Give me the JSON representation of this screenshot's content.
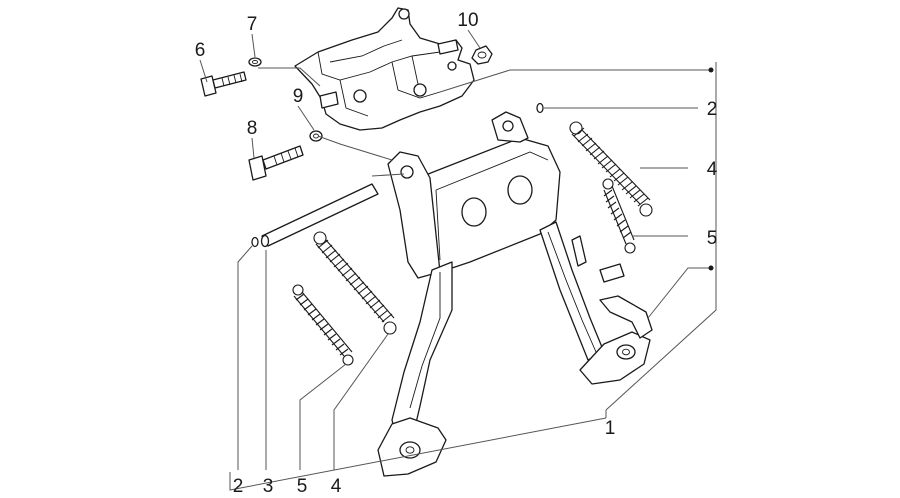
{
  "callouts": [
    {
      "id": "c6",
      "text": "6"
    },
    {
      "id": "c7",
      "text": "7"
    },
    {
      "id": "c10",
      "text": "10"
    },
    {
      "id": "c9",
      "text": "9"
    },
    {
      "id": "c8",
      "text": "8"
    },
    {
      "id": "c2a",
      "text": "2"
    },
    {
      "id": "c4a",
      "text": "4"
    },
    {
      "id": "c5a",
      "text": "5"
    },
    {
      "id": "c1",
      "text": "1"
    },
    {
      "id": "c2b",
      "text": "2"
    },
    {
      "id": "c3",
      "text": "3"
    },
    {
      "id": "c5b",
      "text": "5"
    },
    {
      "id": "c4b",
      "text": "4"
    }
  ],
  "colors": {
    "line": "#1a1a1a",
    "leader": "#555555",
    "background": "#ffffff"
  }
}
